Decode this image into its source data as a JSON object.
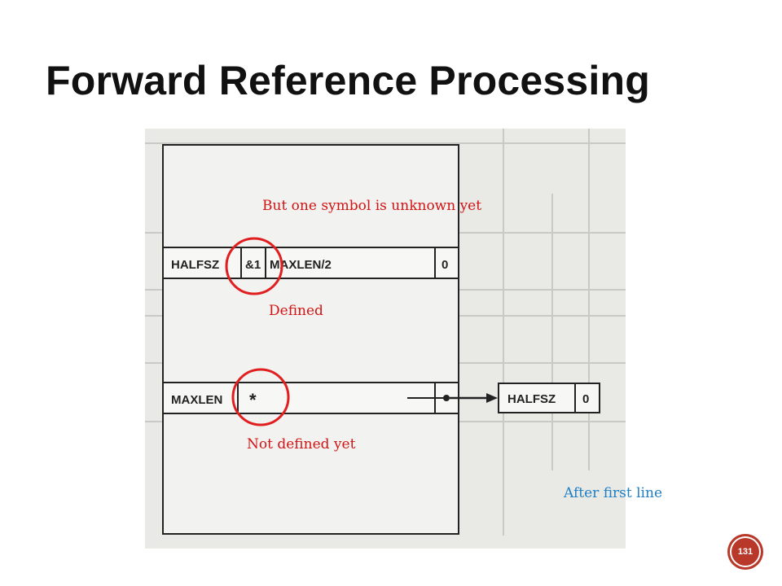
{
  "slide": {
    "title": "Forward Reference Processing",
    "page_number": "131"
  },
  "annotations": {
    "unknown_symbol": "But one symbol is unknown yet",
    "defined": "Defined",
    "not_defined": "Not defined yet",
    "after_first_line": "After first line"
  },
  "symbol_table": {
    "entry1": {
      "symbol": "HALFSZ",
      "value": "&1",
      "expression": "MAXLEN/2",
      "pointer": "0"
    },
    "entry2": {
      "symbol": "MAXLEN",
      "value": "*"
    },
    "reference_node": {
      "symbol": "HALFSZ",
      "pointer": "0"
    }
  },
  "colors": {
    "annotation_red": "#d21414",
    "annotation_blue": "#1f7fc4",
    "circle_red": "#e02020",
    "badge": "#b8382a"
  }
}
